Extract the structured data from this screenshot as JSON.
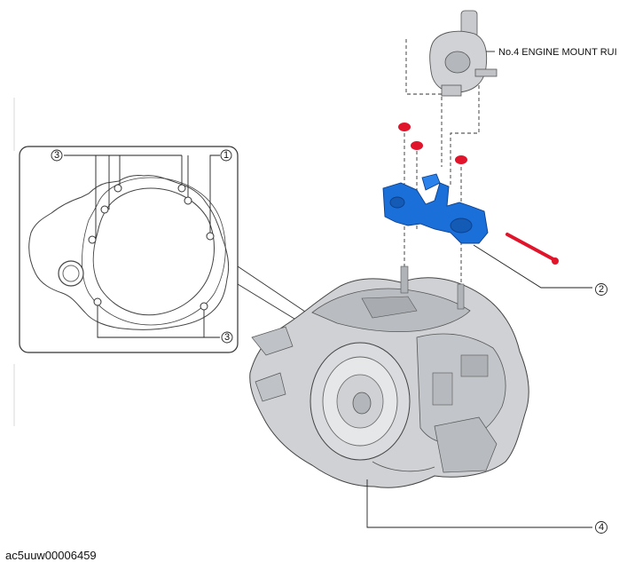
{
  "callouts": {
    "mount_label": "No.4 ENGINE MOUNT RUI",
    "n1": "1",
    "n2": "2",
    "n3a": "3",
    "n3b": "3",
    "n4": "4"
  },
  "figure_id": "ac5uuw00006459",
  "colors": {
    "bracket": "#1a6fd8",
    "bolt": "#e0142a",
    "metal": "#c9cbcf",
    "line": "#222222"
  }
}
